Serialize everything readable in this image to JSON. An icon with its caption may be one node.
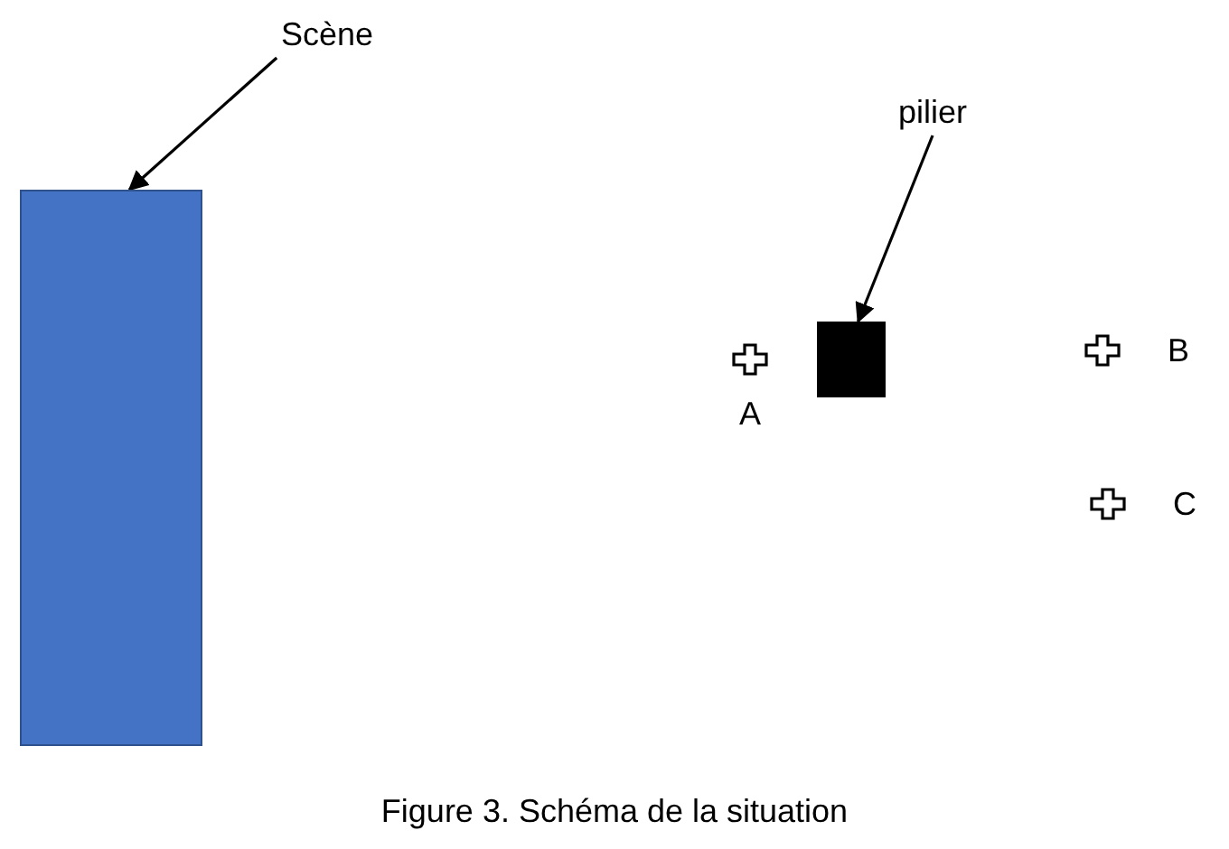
{
  "diagram": {
    "caption": "Figure 3. Schéma de la situation",
    "nodes": [
      {
        "text": [
          "Scène"
        ]
      },
      {
        "text": [],
        "shape": "bar"
      },
      {
        "text": [
          "pilier"
        ]
      },
      {
        "text": [],
        "shape": "box"
      },
      {
        "text": [
          "A"
        ]
      },
      {
        "text": [
          "B"
        ]
      },
      {
        "text": [
          "C"
        ]
      }
    ],
    "edges": [
      {
        "from": 0,
        "to": 1,
        "arrow": "to"
      },
      {
        "from": 2,
        "to": 3,
        "arrow": "to"
      }
    ]
  }
}
